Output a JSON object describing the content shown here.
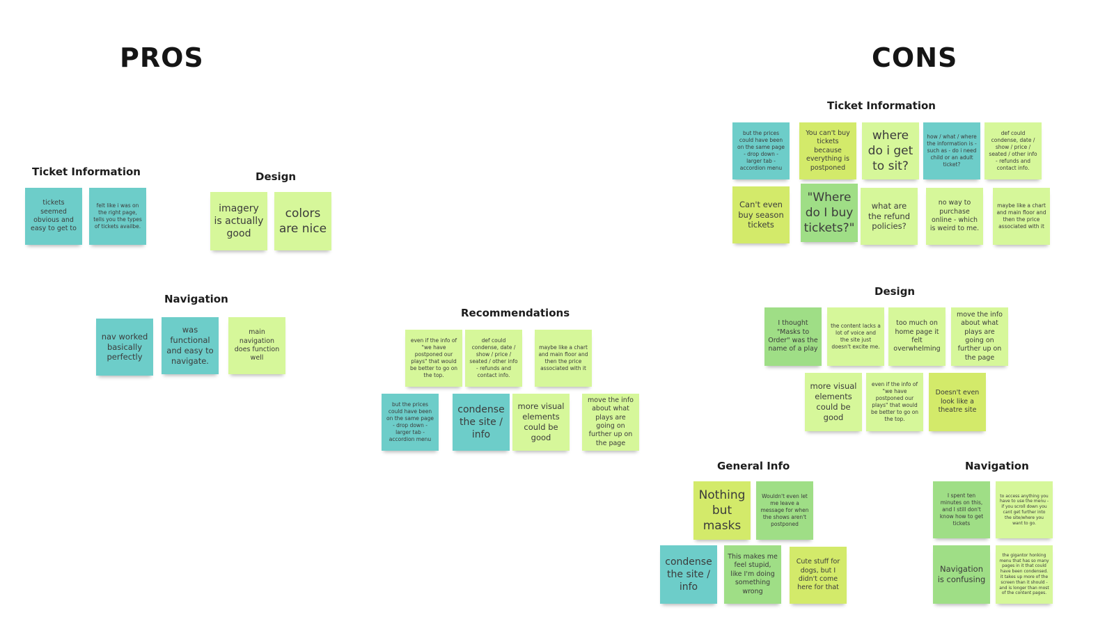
{
  "pros": {
    "title": "PROS",
    "ticket_information": {
      "title": "Ticket Information",
      "notes": [
        "tickets seemed obvious and easy to get to",
        "felt like i was on the right page, tells you the types of tickets availbe."
      ]
    },
    "design": {
      "title": "Design",
      "notes": [
        "imagery is actually good",
        "colors are nice"
      ]
    },
    "navigation": {
      "title": "Navigation",
      "notes": [
        "nav worked basically perfectly",
        "was functional and easy to navigate.",
        "main navigation does function well"
      ]
    }
  },
  "recommendations": {
    "title": "Recommendations",
    "notes": [
      "even if the info of \"we have postponed our plays\" that would be better to go on the top.",
      "def could condense, date / show / price / seated / other info - refunds and contact info.",
      "maybe like a chart and main floor and then the price associated with it",
      "but the prices could have been on the same page - drop down - larger tab - accordion menu",
      "condense the site / info",
      "more visual elements could be good",
      "move the info about what plays are going on further up on the page"
    ]
  },
  "cons": {
    "title": "CONS",
    "ticket_information": {
      "title": "Ticket Information",
      "notes": [
        "but the prices could have been on the same page - drop down - larger tab - accordion menu",
        "You can't buy tickets because everything is postponed",
        "where do i get to sit?",
        "how / what / where the information is - such as - do i need child or an adult ticket?",
        "def could condense, date / show / price / seated / other info - refunds and contact info.",
        "Can't even buy season tickets",
        "\"Where do I buy tickets?\"",
        "what are the refund policies?",
        "no way to purchase online - which is weird to me.",
        "maybe like a chart and main floor and then the price associated with it"
      ]
    },
    "design": {
      "title": "Design",
      "notes": [
        "I thought \"Masks to Order\" was the name of a play",
        "the content lacks a lot of voice and the site just doesn't excite me.",
        "too much on home page it felt overwhelming",
        "move the info about what plays are going on further up on the page",
        "more visual elements could be good",
        "even if the info of \"we have postponed our plays\" that would be better to go on the top.",
        "Doesn't even look like a theatre site"
      ]
    },
    "general_info": {
      "title": "General Info",
      "notes": [
        "Nothing but masks",
        "Wouldn't even let me leave a message for when the shows aren't postponed",
        "condense the site / info",
        "This makes me feel stupid, like I'm doing something wrong",
        "Cute stuff for dogs, but I didn't come here for that"
      ]
    },
    "navigation": {
      "title": "Navigation",
      "notes": [
        "I spent ten minutes on this, and I still don't know how to get tickets",
        "to access anything you have to use the menu - if you scroll down you cant get further into the site/where you want to go.",
        "Navigation is confusing",
        "the gigantor honking menu that has so many pages in it that could have been condensed. it takes up more of the screen than it should - and is longer than most of the content pages."
      ]
    }
  },
  "colors": {
    "teal": "#6dcdc9",
    "lime": "#d6f79a",
    "yellow": "#d3ea6a",
    "green": "#9fde86"
  }
}
